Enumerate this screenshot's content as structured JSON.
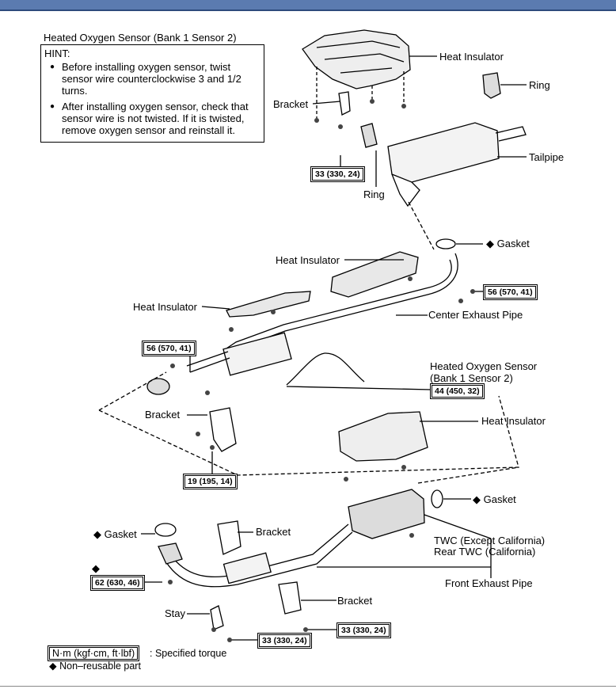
{
  "hint_section": {
    "title": "Heated Oxygen Sensor (Bank 1 Sensor 2)",
    "hint_label": "HINT:",
    "items": [
      "Before installing oxygen sensor, twist sensor wire counterclockwise 3 and 1/2 turns.",
      "After installing oxygen sensor, check that sensor wire is not twisted. If it is twisted, remove oxygen sensor and reinstall it."
    ]
  },
  "labels": {
    "heat_insulator_top": "Heat Insulator",
    "ring_top": "Ring",
    "bracket_top": "Bracket",
    "tailpipe": "Tailpipe",
    "ring_mid": "Ring",
    "gasket_mid": "◆ Gasket",
    "heat_insulator_mid": "Heat Insulator",
    "heat_insulator_left": "Heat Insulator",
    "center_exhaust_pipe": "Center Exhaust Pipe",
    "ho2s_line1": "Heated Oxygen Sensor",
    "ho2s_line2": "(Bank 1 Sensor 2)",
    "bracket_mid": "Bracket",
    "heat_insulator_lower": "Heat Insulator",
    "gasket_right": "◆ Gasket",
    "gasket_left": "◆ Gasket",
    "bracket_lower": "Bracket",
    "twc_line1": "TWC (Except California)",
    "twc_line2": "Rear TWC (California)",
    "front_exhaust_pipe": "Front Exhaust Pipe",
    "bracket_bottom": "Bracket",
    "stay": "Stay",
    "diamond_mark": "◆"
  },
  "torques": {
    "t1": "33 (330, 24)",
    "t2": "56 (570, 41)",
    "t3": "56 (570, 41)",
    "t4": "44 (450, 32)",
    "t5": "19 (195, 14)",
    "t6": "62 (630, 46)",
    "t7": "33 (330, 24)",
    "t8": "33 (330, 24)"
  },
  "legend": {
    "unit_box": "N·m (kgf·cm, ft·lbf)",
    "unit_text": ": Specified torque",
    "nonreusable": "◆ Non–reusable part"
  }
}
